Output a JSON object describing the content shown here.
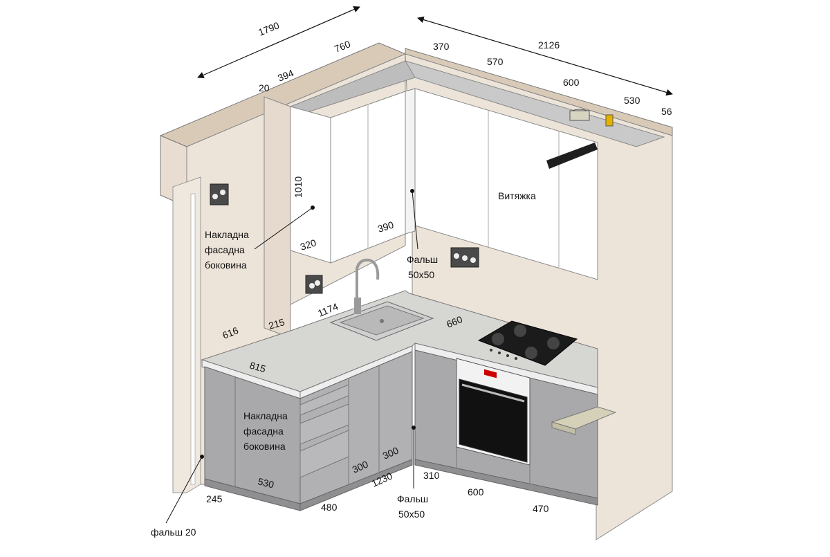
{
  "labels": {
    "side_panel_upper": [
      "Накладна",
      "фасадна",
      "боковина"
    ],
    "side_panel_lower": [
      "Накладна",
      "фасадна",
      "боковина"
    ],
    "hood": "Витяжка",
    "filler_upper": [
      "Фальш",
      "50x50"
    ],
    "filler_lower": [
      "Фальш",
      "50x50"
    ],
    "filler_20": "фальш 20"
  },
  "dimensions": {
    "total_left": "1790",
    "total_right": "2126",
    "top_760": "760",
    "top_20": "20",
    "top_394": "394",
    "top_370": "370",
    "top_570": "570",
    "top_600": "600",
    "top_530": "530",
    "top_56": "56",
    "height_1010": "1010",
    "depth_320": "320",
    "depth_390": "390",
    "counter_1174": "1174",
    "counter_660": "660",
    "counter_616": "616",
    "counter_215": "215",
    "counter_815": "815",
    "base_530": "530",
    "base_245": "245",
    "base_480": "480",
    "base_300a": "300",
    "base_300b": "300",
    "base_1230": "1230",
    "base_310": "310",
    "base_600": "600",
    "base_470": "470"
  },
  "colors": {
    "wall": "#e8ddd0",
    "wall_edge": "#d2c3b2",
    "upper_cabinet": "#ffffff",
    "base_cabinet": "#a9a9ab",
    "countertop": "#d6d6d3",
    "ceiling_strip": "#bdbdbd"
  }
}
